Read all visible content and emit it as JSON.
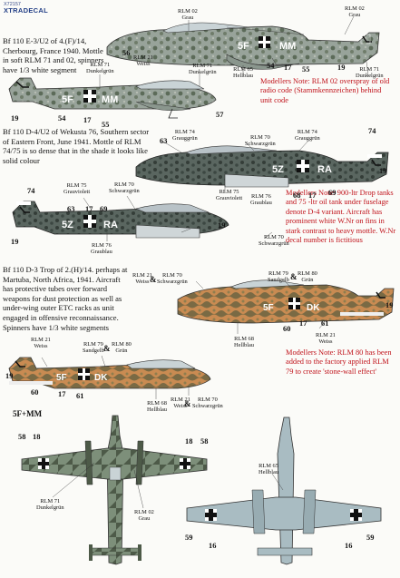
{
  "brand": {
    "code": "X72157",
    "name": "XTRADECAL"
  },
  "profiles": [
    {
      "description": "Bf 110 E-3/U2 of 4.(F)/14, Cherbourg, France 1940. Mottle in soft RLM 71 and 02, spinners have 1/3 white segment",
      "note": "Modellers Note: RLM 02 overspray of old radio code (Stammkennzeichen) behind unit code",
      "code": "5F+MM",
      "labels": [
        "RLM 02\nGrau",
        "RLM 02\nGrau",
        "RLM 71\nDunkelgrün",
        "RLM 21\nWeiss",
        "RLM 71\nDunkelgrün",
        "RLM 65\nHellblau",
        "RLM 71\nDunkelgrün"
      ],
      "numbers": [
        "56",
        "54",
        "17",
        "55",
        "19",
        "57",
        "19",
        "54",
        "17",
        "55"
      ]
    },
    {
      "description": "Bf 110 D-4/U2 of Wekusta 76, Southern sector of Eastern Front, June 1941. Mottle of RLM 74/75 is so dense that in the shade it looks like solid colour",
      "note": "Modellers Note: 900-ltr Drop tanks and 75 -ltr oil tank under fuselage denote D-4 variant. Aircraft has prominent white W.Nr on fins in stark contrast to heavy mottle. W.Nr decal number is fictitious",
      "code": "5Z+RA",
      "labels": [
        "RLM 74\nGrauggrün",
        "RLM 70\nSchwarzgrün",
        "RLM 74\nGrauggrün",
        "RLM 75\nGrauviolett",
        "RLM 70\nSchwarzgrün",
        "RLM 75\nGrauviolett",
        "RLM 76\nGraublau",
        "RLM 76\nGraublau",
        "RLM 70\nSchwarzgrün"
      ],
      "numbers": [
        "63",
        "74",
        "19",
        "68",
        "17",
        "69",
        "74",
        "19",
        "63",
        "17",
        "69",
        "19"
      ]
    },
    {
      "description": "Bf 110 D-3 Trop of 2.(H)/14. perhaps at Martuba, North Africa, 1941. Aircraft has protective tubes over forward weapons for dust protection as well as under-wing outer ETC racks as unit engaged in offensive reconnaissance. Spinners have 1/3 white segments",
      "note": "Modellers Note: RLM 80 has been added to the factory applied RLM 79 to create 'stone-wall effect'",
      "code": "5F+DK",
      "labels": [
        "RLM 21\nWeiss",
        "RLM 70\nSchwarzgrün",
        "RLM 79\nSandgelb",
        "RLM 80\nGrün",
        "RLM 68\nHellblau",
        "RLM 21\nWeiss",
        "RLM 21\nWeiss",
        "RLM 79\nSandgelb",
        "RLM 80\nGrün",
        "RLM 68\nHellblau",
        "RLM 21\nWeiss",
        "RLM 70\nSchwarzgrün"
      ],
      "numbers": [
        "60",
        "17",
        "61",
        "19",
        "60",
        "17",
        "61"
      ]
    }
  ],
  "planform": {
    "title": "5F+MM",
    "labels": [
      "RLM 71\nDunkelgrün",
      "RLM 02\nGrau",
      "RLM 65\nHellblau"
    ],
    "numbers": [
      "58",
      "18",
      "18",
      "58",
      "59",
      "16",
      "16",
      "59"
    ]
  }
}
